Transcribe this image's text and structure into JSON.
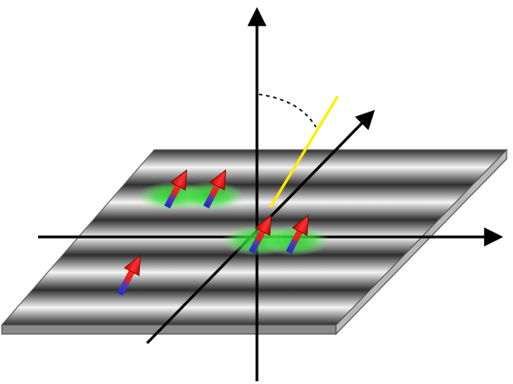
{
  "diagram": {
    "colors": {
      "background": "#ffffff",
      "plate_dark": "#2c2c2c",
      "plate_light": "#f6f6f6",
      "plate_side": "#8a8a8a",
      "axis": "#000000",
      "angle_arc": "#000000",
      "incident_beam": "#ffee00",
      "spin_head": "#ff1a1a",
      "spin_tail": "#1a2ad6",
      "spin_glow": "#33dd33"
    },
    "plate": {
      "stripe_count": 5
    },
    "axes": [
      {
        "name": "vertical-axis"
      },
      {
        "name": "horizontal-axis"
      },
      {
        "name": "depth-axis"
      }
    ],
    "spins": [
      {
        "id": "spin-1",
        "glow": true
      },
      {
        "id": "spin-2",
        "glow": true
      },
      {
        "id": "spin-3",
        "glow": true
      },
      {
        "id": "spin-4",
        "glow": true
      },
      {
        "id": "spin-5",
        "glow": false
      }
    ],
    "icons": {
      "arrow": "arrowhead",
      "spin": "spin-arrow-icon"
    }
  }
}
